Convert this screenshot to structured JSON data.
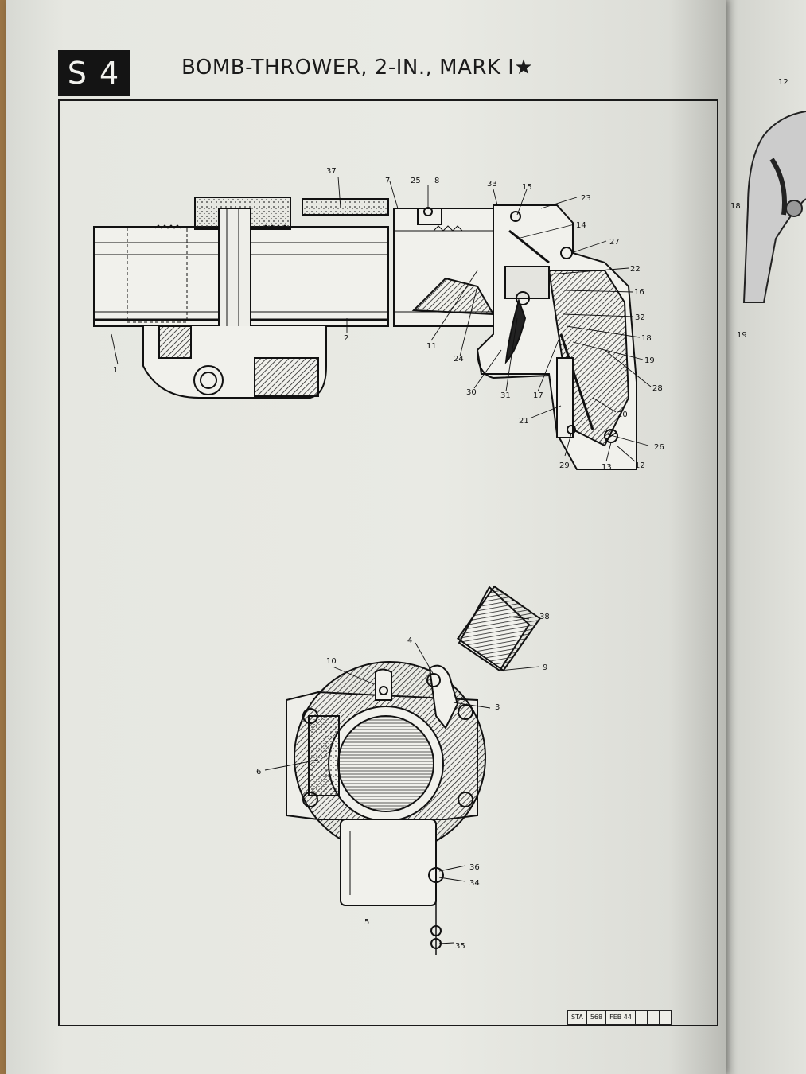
{
  "header": {
    "section": "S 4",
    "title": "BOMB-THROWER, 2-IN., MARK I★"
  },
  "figure_top": {
    "labels": [
      "1",
      "2",
      "7",
      "8",
      "11",
      "12",
      "13",
      "14",
      "15",
      "16",
      "17",
      "18",
      "19",
      "20",
      "21",
      "22",
      "23",
      "24",
      "25",
      "26",
      "27",
      "28",
      "29",
      "30",
      "31",
      "32",
      "33",
      "37"
    ]
  },
  "figure_bottom": {
    "labels": [
      "3",
      "4",
      "5",
      "6",
      "9",
      "10",
      "34",
      "35",
      "36",
      "38"
    ]
  },
  "right_page": {
    "labels": [
      "12",
      "18",
      "19"
    ]
  },
  "footer": {
    "stamp": [
      "STA",
      "568",
      "FEB 44"
    ]
  }
}
